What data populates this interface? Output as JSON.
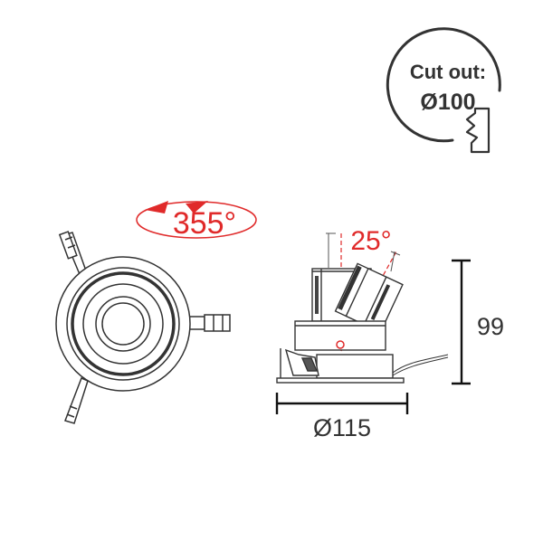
{
  "cutout": {
    "label": "Cut out:",
    "value": "Ø100"
  },
  "rotation": {
    "value": "355°"
  },
  "tilt": {
    "value": "25°"
  },
  "dimensions": {
    "height": "99",
    "diameter": "Ø115"
  },
  "colors": {
    "line": "#333333",
    "accent": "#e02a2a",
    "text": "#333333"
  }
}
